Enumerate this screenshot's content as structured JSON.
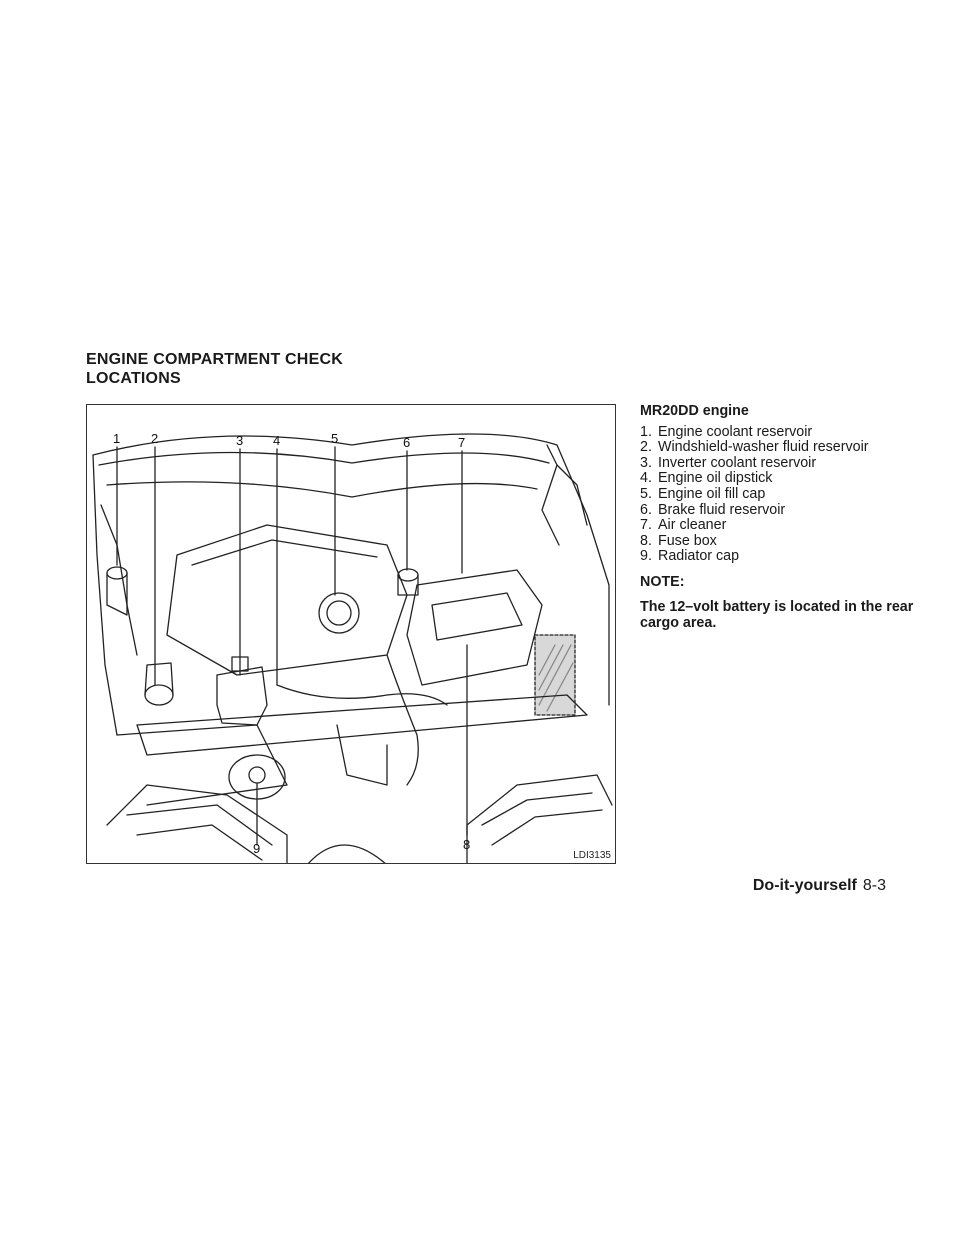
{
  "section_title": [
    "ENGINE COMPARTMENT CHECK",
    "LOCATIONS"
  ],
  "figure": {
    "id": "LDI3135",
    "callouts": [
      "1",
      "2",
      "3",
      "4",
      "5",
      "6",
      "7",
      "8",
      "9"
    ]
  },
  "sidebar": {
    "engine": "MR20DD engine",
    "items": [
      {
        "num": "1.",
        "label": "Engine coolant reservoir"
      },
      {
        "num": "2.",
        "label": "Windshield-washer fluid reservoir"
      },
      {
        "num": "3.",
        "label": "Inverter coolant reservoir"
      },
      {
        "num": "4.",
        "label": "Engine oil dipstick"
      },
      {
        "num": "5.",
        "label": "Engine oil fill cap"
      },
      {
        "num": "6.",
        "label": "Brake fluid reservoir"
      },
      {
        "num": "7.",
        "label": "Air cleaner"
      },
      {
        "num": "8.",
        "label": "Fuse box"
      },
      {
        "num": "9.",
        "label": "Radiator cap"
      }
    ],
    "note_label": "NOTE:",
    "note_text": "The 12–volt battery is located in the rear cargo area."
  },
  "footer": {
    "chapter": "Do-it-yourself",
    "page": "8-3"
  }
}
